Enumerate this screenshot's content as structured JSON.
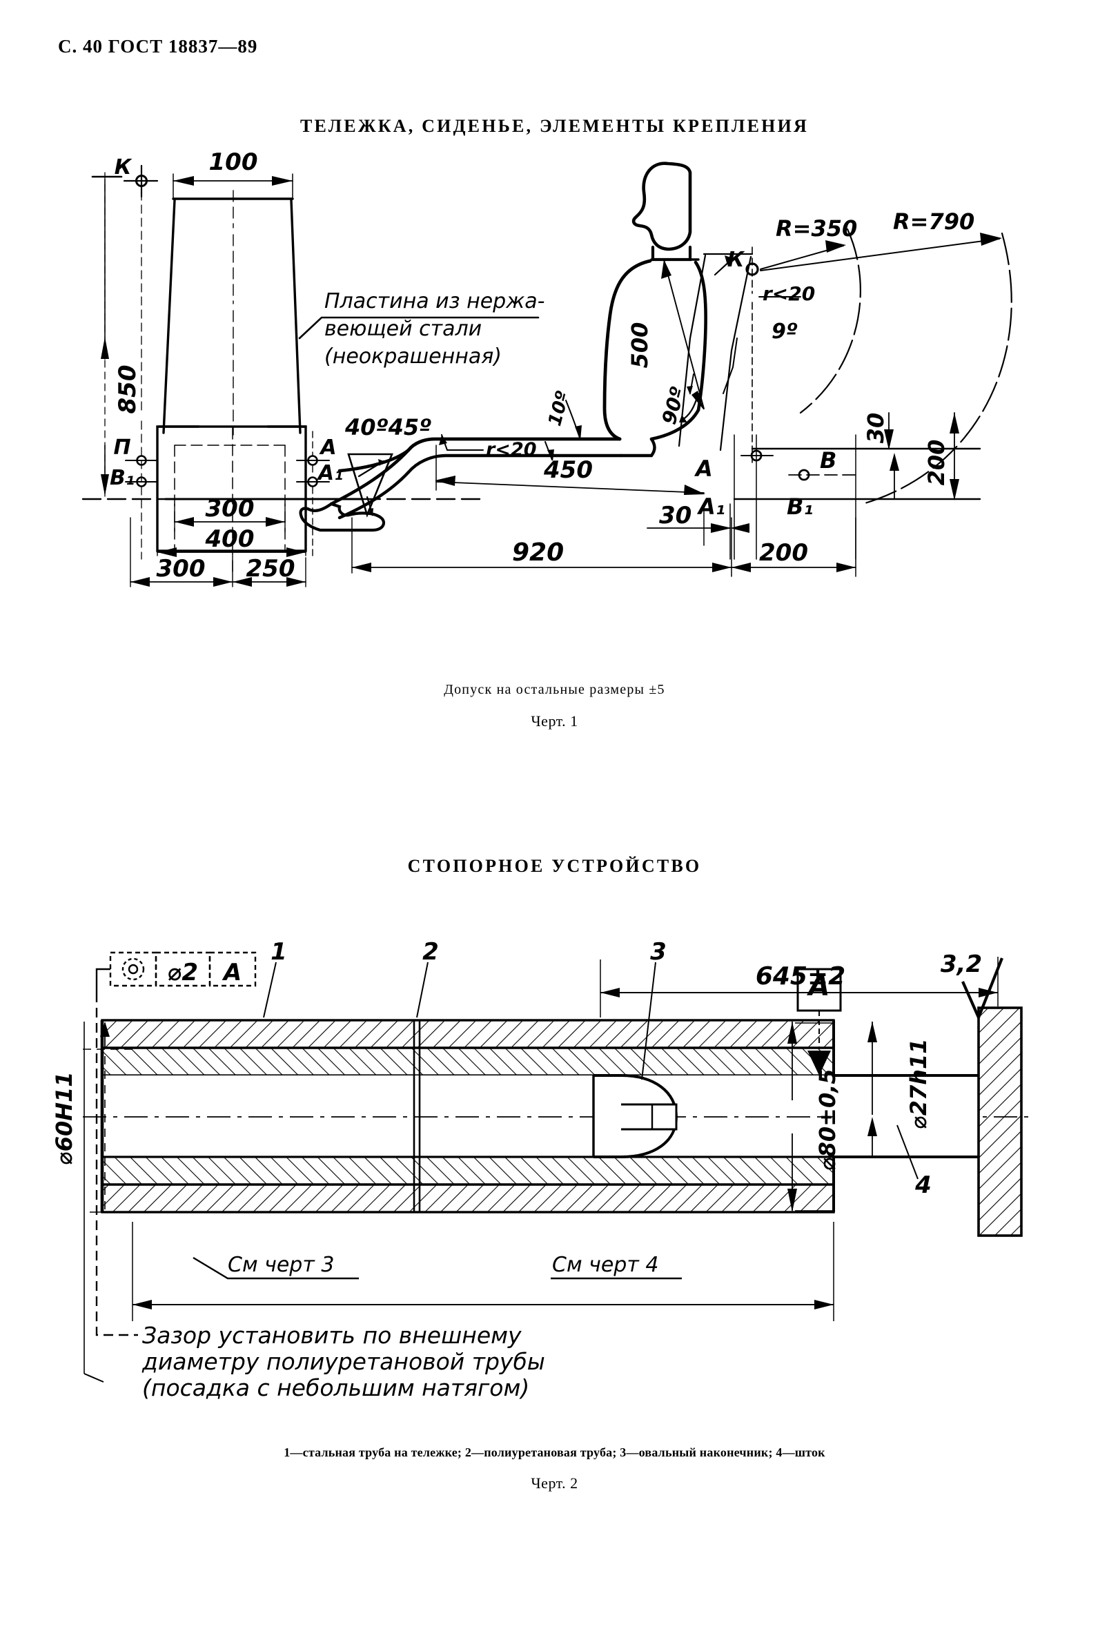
{
  "header": {
    "page_label": "С. 40 ГОСТ 18837—89"
  },
  "sections": [
    {
      "id": "trolley",
      "title": "ТЕЛЕЖКА, СИДЕНЬЕ, ЭЛЕМЕНТЫ КРЕПЛЕНИЯ"
    },
    {
      "id": "lock",
      "title": "СТОПОРНОЕ УСТРОЙСТВО"
    }
  ],
  "figure1": {
    "caption": "Черт. 1",
    "tolerance_note": "Допуск на остальные размеры ±5",
    "callout": {
      "line1": "Пластина из нержа-",
      "line2": "веющей стали",
      "line3": "(неокрашенная)"
    },
    "dimensions": {
      "width_top": "100",
      "height_total": "850",
      "plate_inner": "300",
      "plate_outer": "400",
      "base_left": "300",
      "base_right": "250",
      "seat_depth": "450",
      "overall_length": "920",
      "offset_30": "30",
      "offset_200": "200",
      "back_height": "500",
      "vert_30": "30",
      "vert_200": "200",
      "radius_350": "R=350",
      "radius_790": "R=790",
      "fillet_back": "r<20",
      "fillet_seat": "r<20",
      "angle_9": "9º",
      "angle_10": "10º",
      "angle_90": "90º",
      "angle_40_45": "40º45º"
    },
    "points": {
      "k": "К",
      "p": "П",
      "a": "А",
      "a1": "А₁",
      "b": "В",
      "b1": "В₁",
      "b1_left": "В₁",
      "a_left": "А",
      "a1_left": "А₁"
    }
  },
  "figure2": {
    "caption": "Черт. 2",
    "legend": "1—стальная труба на тележке; 2—полиуретановая труба; 3—овальный наконечник; 4—шток",
    "surface_finish": "3,2",
    "feature_frame": {
      "symbol": "concentricity-icon",
      "tolerance": "⌀2",
      "datum": "A"
    },
    "datum_label": "A",
    "balloons": [
      "1",
      "2",
      "3",
      "4"
    ],
    "dimensions": {
      "dia_left": "⌀60H11",
      "dia_80": "⌀80±0,5",
      "dia_27": "⌀27h11",
      "length_645": "645±2"
    },
    "refs": {
      "see_fig3": "См черт 3",
      "see_fig4": "См черт 4"
    },
    "note": {
      "line1": "Зазор установить  по внешнему",
      "line2": "диаметру полиуретановой трубы",
      "line3": "(посадка с небольшим натягом)"
    }
  }
}
